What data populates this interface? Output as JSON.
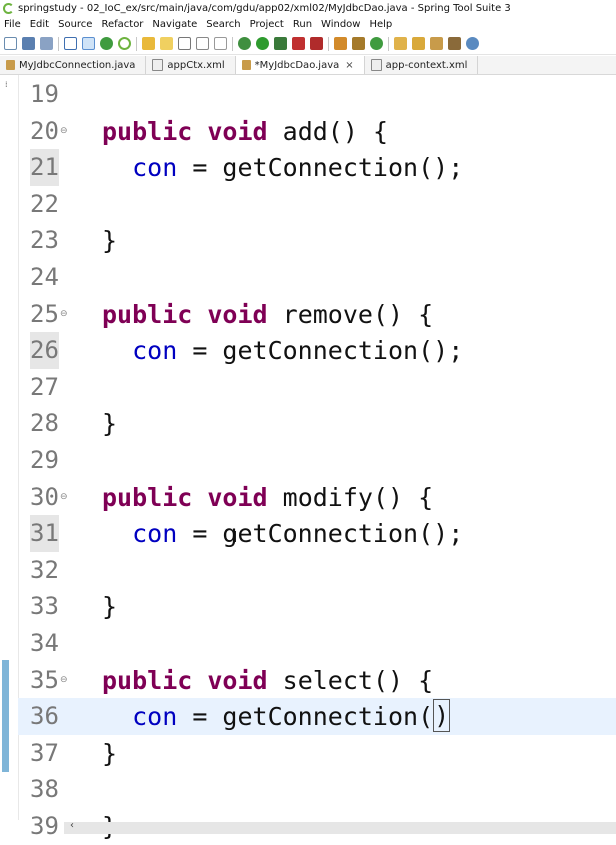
{
  "window": {
    "title": "springstudy - 02_IoC_ex/src/main/java/com/gdu/app02/xml02/MyJdbcDao.java - Spring Tool Suite 3"
  },
  "menu": [
    "File",
    "Edit",
    "Source",
    "Refactor",
    "Navigate",
    "Search",
    "Project",
    "Run",
    "Window",
    "Help"
  ],
  "tabs": [
    {
      "label": "MyJdbcConnection.java",
      "active": false,
      "closable": false
    },
    {
      "label": "appCtx.xml",
      "active": false,
      "closable": false
    },
    {
      "label": "*MyJdbcDao.java",
      "active": true,
      "closable": true,
      "close_glyph": "×"
    },
    {
      "label": "app-context.xml",
      "active": false,
      "closable": false
    }
  ],
  "editor": {
    "current_line": 36,
    "lines": [
      {
        "num": "19",
        "text": ""
      },
      {
        "num": "20",
        "fold": "⊖",
        "text": "public void add() {"
      },
      {
        "num": "21",
        "text": "  con = getConnection();"
      },
      {
        "num": "22",
        "text": ""
      },
      {
        "num": "23",
        "text": "}"
      },
      {
        "num": "24",
        "text": ""
      },
      {
        "num": "25",
        "fold": "⊖",
        "text": "public void remove() {"
      },
      {
        "num": "26",
        "text": "  con = getConnection();"
      },
      {
        "num": "27",
        "text": ""
      },
      {
        "num": "28",
        "text": "}"
      },
      {
        "num": "29",
        "text": ""
      },
      {
        "num": "30",
        "fold": "⊖",
        "text": "public void modify() {"
      },
      {
        "num": "31",
        "text": "  con = getConnection();"
      },
      {
        "num": "32",
        "text": ""
      },
      {
        "num": "33",
        "text": "}"
      },
      {
        "num": "34",
        "text": ""
      },
      {
        "num": "35",
        "fold": "⊖",
        "text": "public void select() {"
      },
      {
        "num": "36",
        "text": "  con = getConnection()"
      },
      {
        "num": "37",
        "text": "}"
      },
      {
        "num": "38",
        "text": ""
      },
      {
        "num": "39",
        "text": "}"
      }
    ]
  },
  "colors": {
    "keyword": "#7f0055",
    "field": "#0000c0",
    "current_line": "#e8f2fe",
    "line_number": "#787878"
  }
}
